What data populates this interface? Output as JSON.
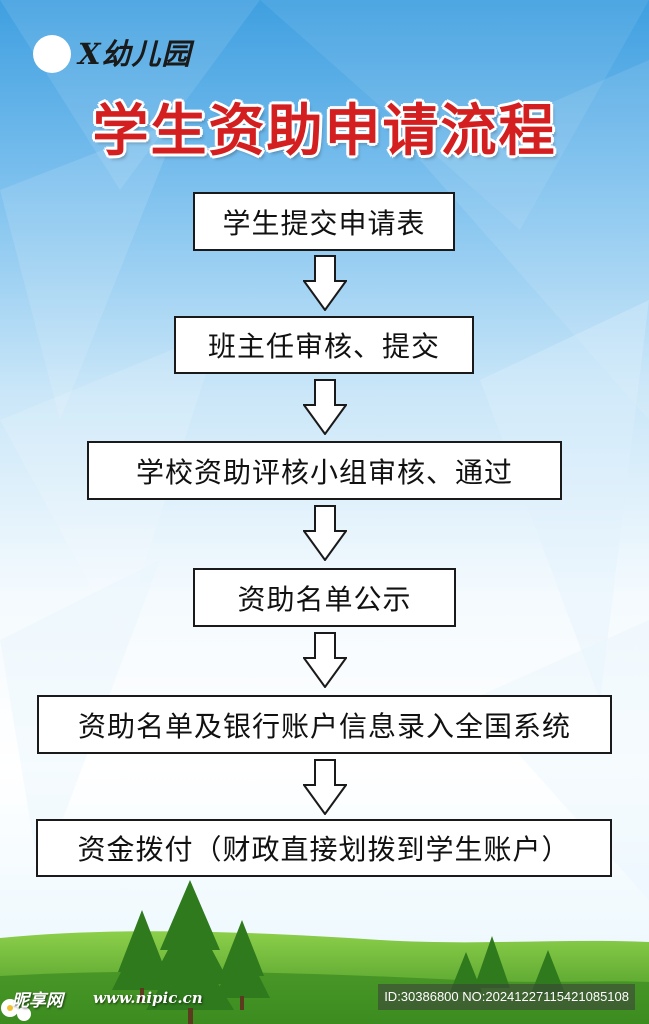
{
  "header": {
    "logo_text": "X幼儿园",
    "title": "学生资助申请流程"
  },
  "flow": {
    "steps": [
      "学生提交申请表",
      "班主任审核、提交",
      "学校资助评核小组审核、通过",
      "资助名单公示",
      "资助名单及银行账户信息录入全国系统",
      "资金拨付（财政直接划拨到学生账户）"
    ]
  },
  "watermark": {
    "site_logo": "昵享网",
    "site_url": "www.nipic.cn",
    "image_id": "ID:30386800 NO:20241227115421085108"
  },
  "colors": {
    "title": "#d41f20",
    "sky_top": "#3f9fe0",
    "grass": "#5aa832",
    "box_border": "#1a1a1a"
  }
}
